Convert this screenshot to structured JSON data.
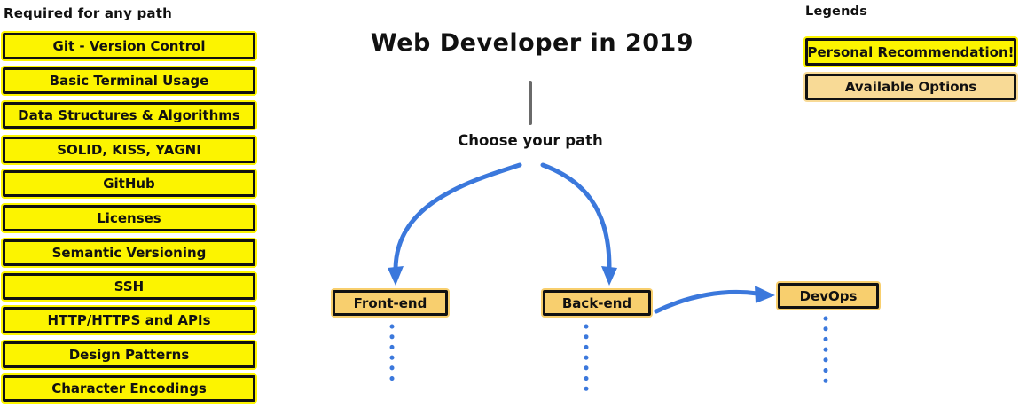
{
  "title": "Web Developer in 2019",
  "subtitle": "Choose your path",
  "required": {
    "header": "Required for any path",
    "items": [
      "Git - Version Control",
      "Basic Terminal Usage",
      "Data Structures & Algorithms",
      "SOLID, KISS, YAGNI",
      "GitHub",
      "Licenses",
      "Semantic Versioning",
      "SSH",
      "HTTP/HTTPS and APIs",
      "Design Patterns",
      "Character Encodings"
    ]
  },
  "paths": {
    "frontend": "Front-end",
    "backend": "Back-end",
    "devops": "DevOps"
  },
  "legend": {
    "header": "Legends",
    "personal": "Personal Recommendation!",
    "available": "Available Options"
  },
  "colors": {
    "recommendation_yellow": "#FCF400",
    "option_amber": "#F8CF6E",
    "option_amber_light": "#F8DA96",
    "arrow_blue": "#3B78DC",
    "border_black": "#111111",
    "divider_gray": "#6A6A6A"
  }
}
